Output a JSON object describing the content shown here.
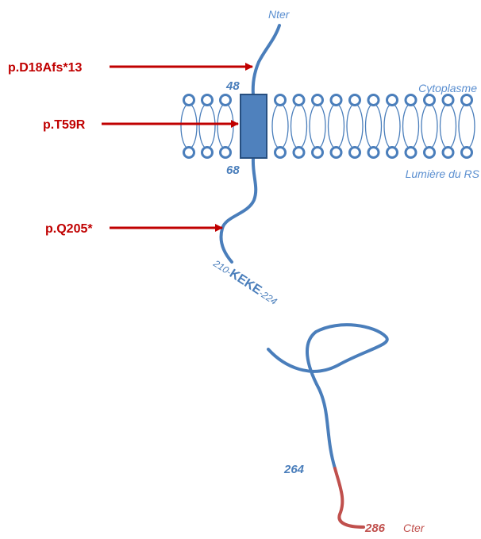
{
  "colors": {
    "mutation": "#c00000",
    "protein": "#4a7ebb",
    "label": "#5b8fd0",
    "tm_fill": "#4f81bd",
    "tm_stroke": "#274f80",
    "cter_segment": "#c0504d",
    "cter_label": "#c0504d",
    "membrane_head": "#4a7ebb"
  },
  "terminus": {
    "n": "Nter",
    "c": "Cter"
  },
  "compartments": {
    "cytoplasm": "Cytoplasme",
    "lumen": "Lumière du RS"
  },
  "residues": {
    "tm_start": "48",
    "tm_end": "68",
    "segment_264": "264",
    "end_286": "286"
  },
  "motif": {
    "start": "210-",
    "name": "KEKE",
    "end": "-224"
  },
  "mutations": [
    {
      "label": "p.D18Afs*13"
    },
    {
      "label": "p.T59R"
    },
    {
      "label": "p.Q205*"
    }
  ]
}
